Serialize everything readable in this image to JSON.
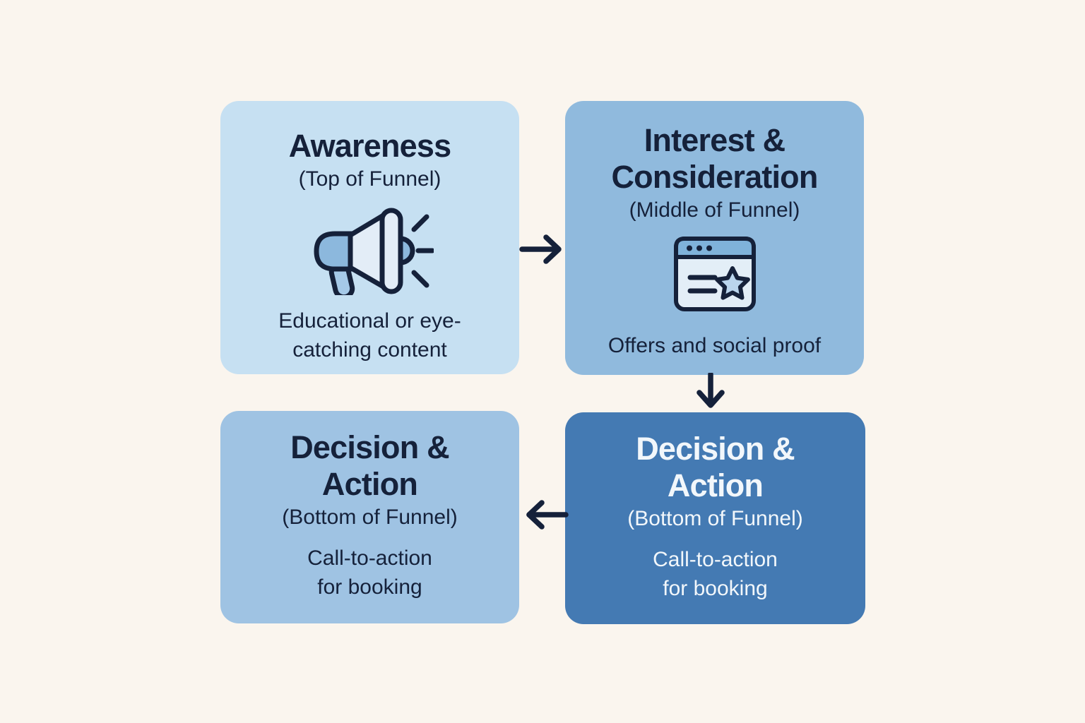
{
  "page": {
    "background_color": "#faf5ee",
    "description_of_figure": "Marketing funnel flow diagram with four stages"
  },
  "colors": {
    "background": "#faf5ee",
    "stage_light_blue": "#c6e0f2",
    "stage_medium_blue": "#90badd",
    "stage_soft_blue": "#9fc3e3",
    "stage_dark_blue": "#447ab3",
    "text_dark_navy": "#15213a",
    "text_white": "#f2f7fb",
    "arrow": "#15213a",
    "icon_outline": "#15213a",
    "icon_medium_fill": "#8cb8dd",
    "icon_light_fill": "#e3edf7",
    "icon_handle_fill": "#a5c9e8",
    "icon_star_fill": "#bad5ed",
    "icon_browser_bar": "#7fb2da"
  },
  "stages": [
    {
      "id": "awareness",
      "title": "Awareness",
      "subtitle": "(Top of Funnel)",
      "description": "Educational or eye-\ncatching content",
      "icon": "megaphone-icon",
      "bg": "#c6e0f2",
      "text_color": "#15213a"
    },
    {
      "id": "interest-consideration",
      "title": "Interest &\nConsideration",
      "subtitle": "(Middle of Funnel)",
      "description": "Offers and social proof",
      "icon": "browser-star-icon",
      "bg": "#90badd",
      "text_color": "#15213a"
    },
    {
      "id": "decision-action-left",
      "title": "Decision &\nAction",
      "subtitle": "(Bottom of Funnel)",
      "description": "Call-to-action\nfor booking",
      "icon": null,
      "bg": "#9fc3e3",
      "text_color": "#15213a"
    },
    {
      "id": "decision-action-right",
      "title": "Decision &\nAction",
      "subtitle": "(Bottom of Funnel)",
      "description": "Call-to-action\nfor booking",
      "icon": null,
      "bg": "#447ab3",
      "text_color": "#f2f7fb"
    }
  ],
  "arrows": [
    {
      "name": "arrow-right",
      "direction": "right",
      "from": "awareness",
      "to": "interest-consideration"
    },
    {
      "name": "arrow-down",
      "direction": "down",
      "from": "interest-consideration",
      "to": "decision-action-right"
    },
    {
      "name": "arrow-left",
      "direction": "left",
      "from": "decision-action-right",
      "to": "decision-action-left"
    }
  ]
}
